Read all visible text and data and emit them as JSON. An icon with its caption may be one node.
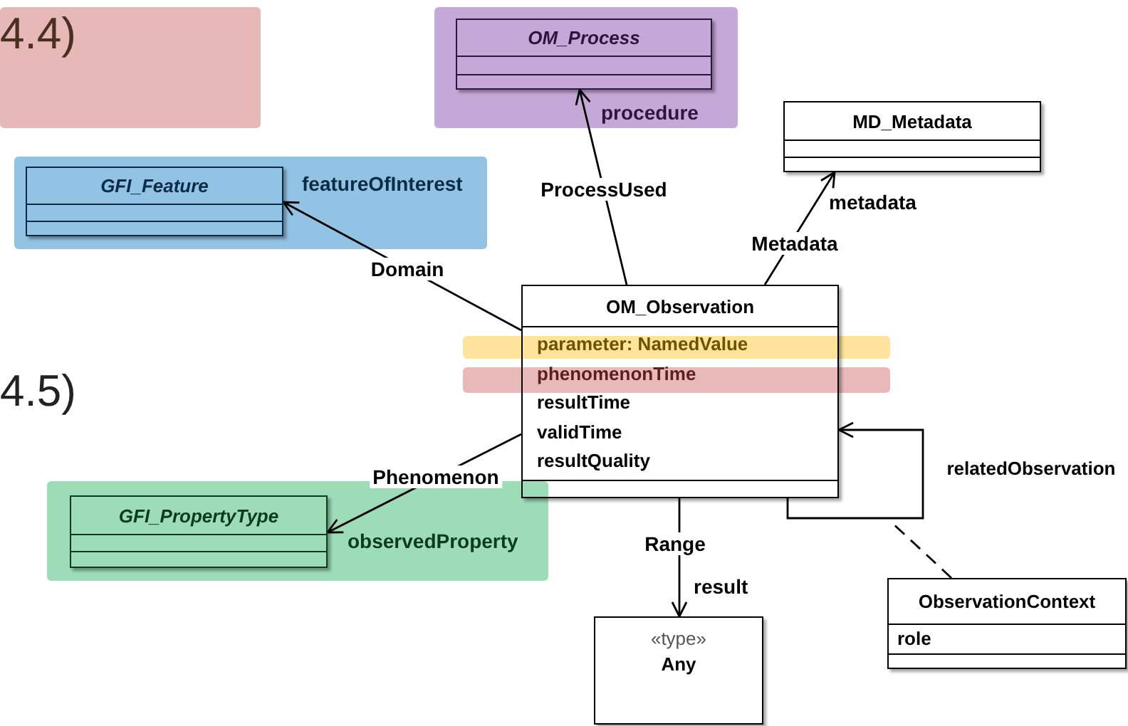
{
  "diagram": {
    "nodes": [
      {
        "text": [
          "OM_Process"
        ]
      },
      {
        "text": [
          "MD_Metadata"
        ]
      },
      {
        "text": [
          "GFI_Feature"
        ]
      },
      {
        "text": [
          "OM_Observation",
          "parameter: NamedValue",
          "phenomenonTime",
          "resultTime",
          "validTime",
          "resultQuality"
        ]
      },
      {
        "text": [
          "GFI_PropertyType"
        ]
      },
      {
        "text": [
          "«type»",
          "Any"
        ]
      },
      {
        "text": [
          "ObservationContext",
          "role"
        ]
      }
    ],
    "edges": [
      {
        "from": 3,
        "to": 0,
        "arrow": "to",
        "label": "ProcessUsed"
      },
      {
        "from": 3,
        "to": 1,
        "arrow": "to",
        "label": "Metadata"
      },
      {
        "from": 3,
        "to": 2,
        "arrow": "to",
        "label": "Domain"
      },
      {
        "from": 3,
        "to": 4,
        "arrow": "to",
        "label": "Phenomenon"
      },
      {
        "from": 3,
        "to": 5,
        "arrow": "to",
        "label": "Range"
      },
      {
        "from": 3,
        "to": 3,
        "arrow": "to",
        "label": "relatedObservation"
      },
      {
        "from": 6,
        "to": null,
        "arrow": "none",
        "style": "dashed"
      }
    ],
    "labels": [
      "4.4)",
      "procedure",
      "featureOfInterest",
      "metadata",
      "4.5)",
      "observedProperty",
      "result"
    ]
  }
}
